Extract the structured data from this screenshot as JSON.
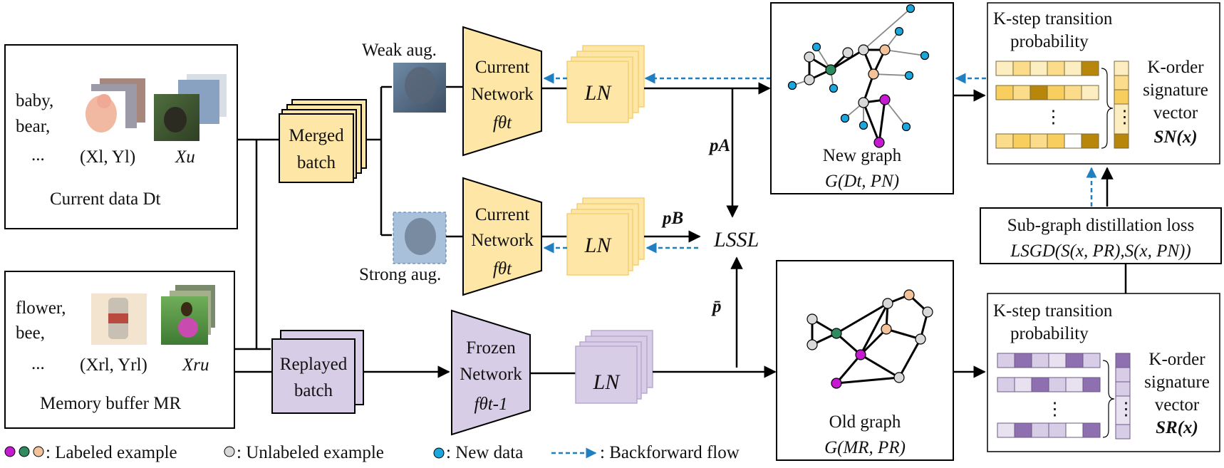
{
  "current_data": {
    "classes": [
      "baby,",
      "bear,",
      "..."
    ],
    "labeled": "(Xl, Yl)",
    "unlabeled": "Xu",
    "caption": "Current data Dt"
  },
  "memory_buffer": {
    "classes": [
      "flower,",
      "bee,",
      "..."
    ],
    "labeled": "(Xrl, Yrl)",
    "unlabeled": "Xru",
    "caption": "Memory buffer MR"
  },
  "merged_batch": [
    "Merged",
    "batch"
  ],
  "replayed_batch": [
    "Replayed",
    "batch"
  ],
  "weak_aug": "Weak aug.",
  "strong_aug": "Strong aug.",
  "current_network": [
    "Current",
    "Network",
    "fθt"
  ],
  "frozen_network": [
    "Frozen",
    "Network",
    "fθt-1"
  ],
  "loss_n": "LN",
  "p_a": "pA",
  "p_b": "pB",
  "p_bar": "p̄",
  "l_ssl": "LSSL",
  "new_graph": [
    "New graph",
    "G(Dt, PN)"
  ],
  "old_graph": [
    "Old graph",
    "G(MR, PR)"
  ],
  "kstep_top": [
    "K-step transition",
    "probability"
  ],
  "kstep_bottom": [
    "K-step transition",
    "probability"
  ],
  "signature_top": [
    "K-order",
    "signature",
    "vector",
    "SN(x)"
  ],
  "signature_bottom": [
    "K-order",
    "signature",
    "vector",
    "SR(x)"
  ],
  "sgd_loss": [
    "Sub-graph distillation loss",
    "LSGD(S(x, PR),S(x, PN))"
  ],
  "legend": {
    "labeled": ": Labeled example",
    "unlabeled": ": Unlabeled example",
    "new_data": ": New data",
    "backforward": ": Backforward flow"
  },
  "colors": {
    "yellow": "#fde6a6",
    "yellow_border": "#caa245",
    "purple": "#d8cde6",
    "purple_border": "#8c7ba8",
    "blue_dash": "#1f7fc1",
    "magenta": "#c61ad0",
    "green": "#2f8a5f",
    "peach": "#f2c29b",
    "grey": "#d9d9d9",
    "cyan": "#1aa7dd"
  }
}
